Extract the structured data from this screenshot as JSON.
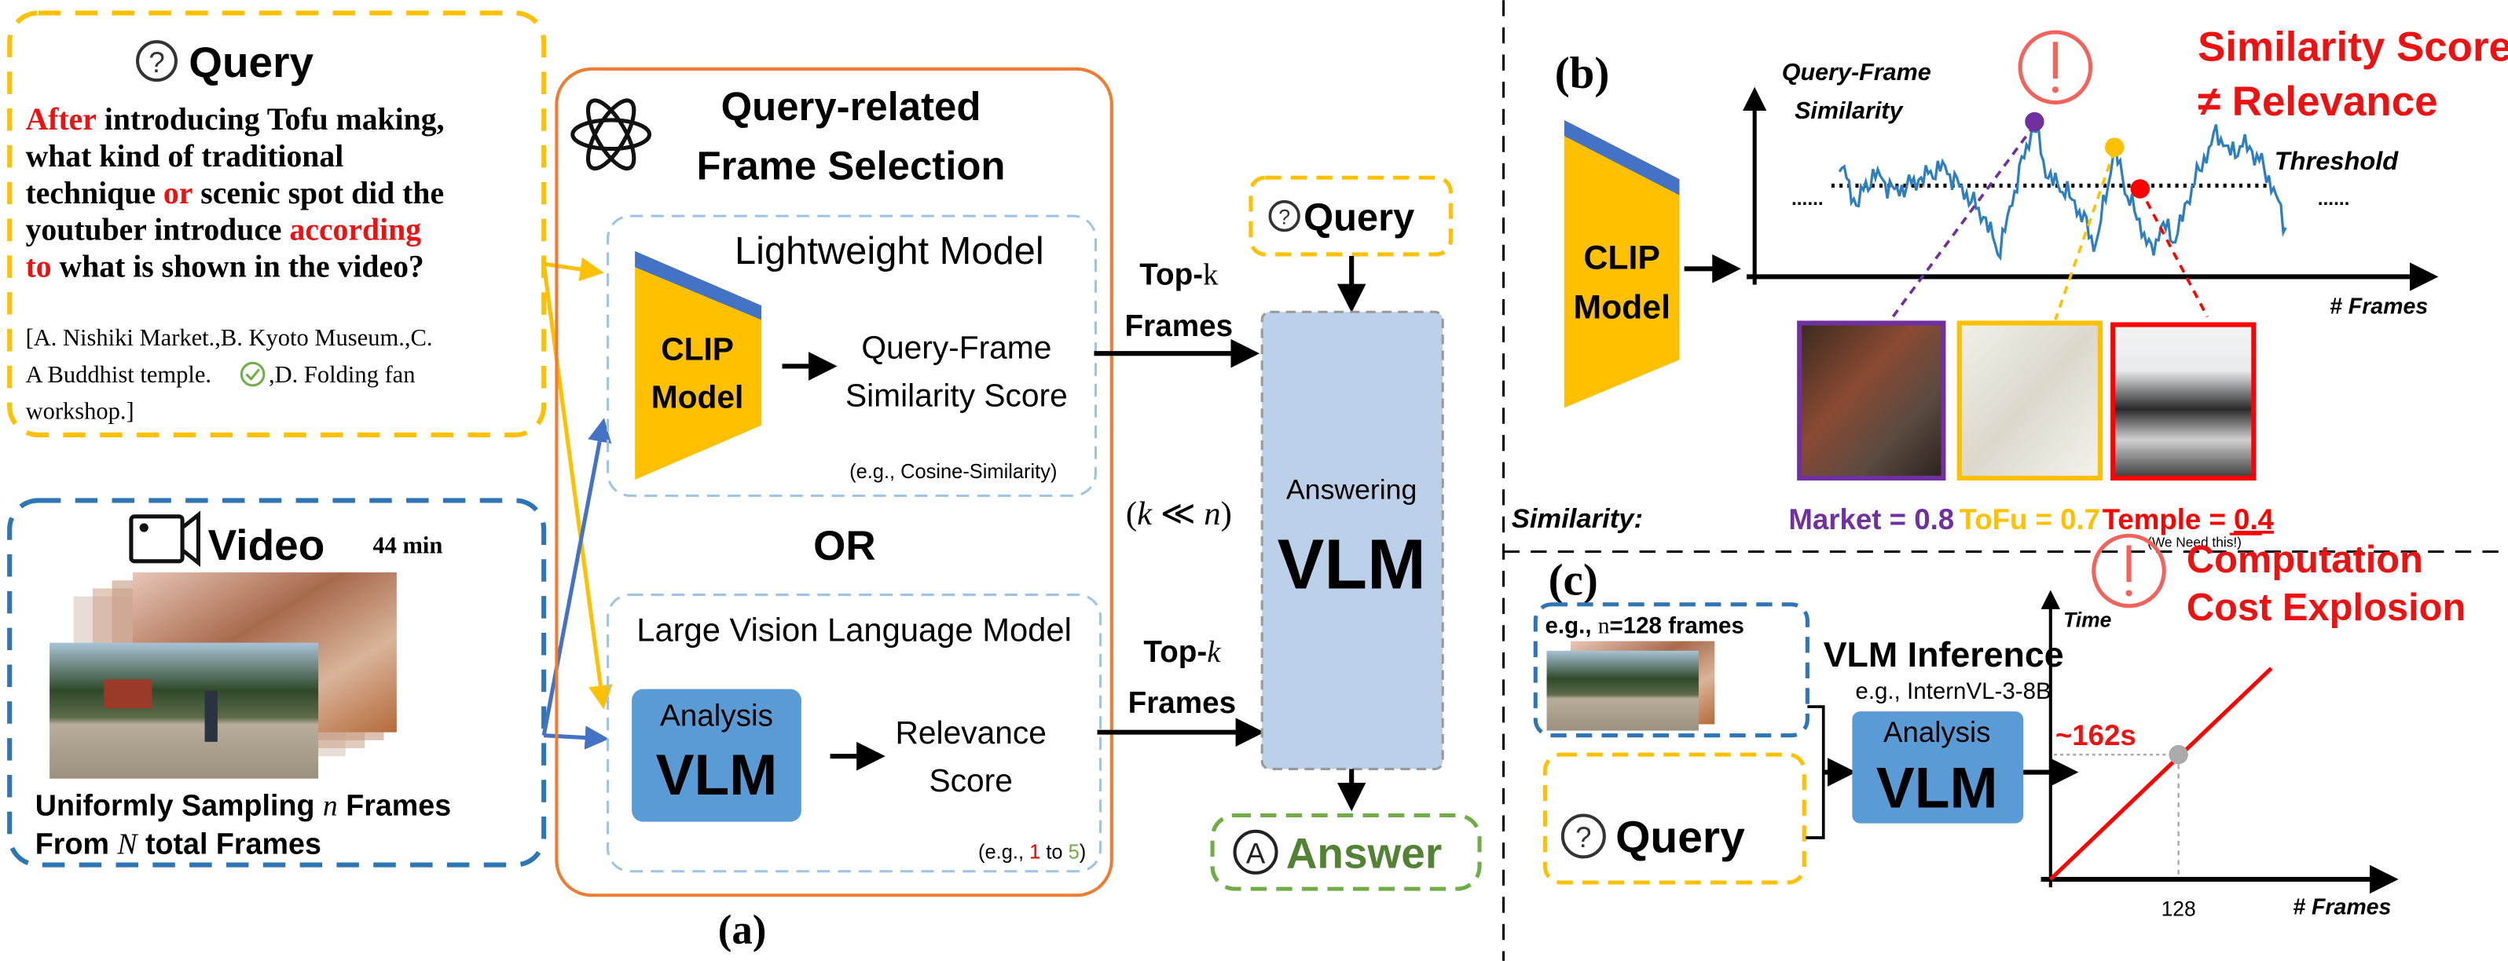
{
  "colors": {
    "query_yellow": "#FFC000",
    "video_blue": "#2E75B6",
    "selection_orange": "#ED7D31",
    "inner_dashed_blue": "#9DC3E6",
    "analysis_vlm_fill": "#5B9BD5",
    "answering_vlm_fill": "#BDD0E9",
    "answer_green": "#70AD47",
    "warning_red": "#FF0000",
    "market_purple": "#7030A0",
    "tofu_yellow": "#FFC000",
    "temple_red": "#FF0000",
    "curve_blue": "#2E7FC0"
  },
  "panel_a": {
    "label": "(a)",
    "query": {
      "title": "Query",
      "icon": "question-circle-icon",
      "question": [
        [
          {
            "text": "After",
            "highlight": true
          },
          {
            "text": " introducing Tofu making,",
            "highlight": false
          }
        ],
        [
          {
            "text": "what kind of traditional",
            "highlight": false
          }
        ],
        [
          {
            "text": "technique ",
            "highlight": false
          },
          {
            "text": "or",
            "highlight": true
          },
          {
            "text": " scenic spot did the",
            "highlight": false
          }
        ],
        [
          {
            "text": "youtuber introduce ",
            "highlight": false
          },
          {
            "text": "according",
            "highlight": true
          }
        ],
        [
          {
            "text": "to",
            "highlight": true
          },
          {
            "text": " what is shown in the video?",
            "highlight": false
          }
        ]
      ],
      "options_lines": [
        "[A. Nishiki Market.,B. Kyoto Museum.,C.",
        "A Buddhist temple.",
        ",D. Folding fan",
        "workshop.]"
      ],
      "correct_icon": "check-circle-icon"
    },
    "video": {
      "title": "Video",
      "icon": "video-camera-icon",
      "duration": "44 min",
      "caption": [
        [
          "Uniformly Sampling ",
          "n",
          " Frames"
        ],
        [
          "From ",
          "N",
          " total Frames"
        ]
      ]
    },
    "frame_selection": {
      "icon": "atom-icon",
      "title": [
        "Query-related",
        "Frame Selection"
      ],
      "lightweight": {
        "title": "Lightweight Model",
        "model": [
          "CLIP",
          "Model"
        ],
        "score": [
          "Query-Frame",
          "Similarity Score"
        ],
        "example": "(e.g., Cosine-Similarity)"
      },
      "or": "OR",
      "lvlm": {
        "title": "Large Vision Language Model",
        "model": [
          "Analysis",
          "VLM"
        ],
        "score": [
          "Relevance",
          "Score"
        ],
        "example": [
          "(e.g., ",
          "1",
          " to ",
          "5",
          ")"
        ]
      }
    },
    "topk": [
      {
        "prefix": "Top-",
        "k": "k",
        "frames": "Frames"
      },
      {
        "prefix": "Top-",
        "k": "k",
        "frames": "Frames"
      }
    ],
    "k_note": [
      "(",
      "k",
      " ≪ ",
      "n",
      ")"
    ],
    "query_small": "Query",
    "answering": [
      "Answering",
      "VLM"
    ],
    "answer": {
      "label": "Answer",
      "icon": "a-circle-icon"
    }
  },
  "panel_b": {
    "label": "(b)",
    "model": [
      "CLIP",
      "Model"
    ],
    "y_axis": [
      "Query-Frame",
      "Similarity"
    ],
    "x_axis": "# Frames",
    "threshold": "Threshold",
    "ellipsis": "......",
    "warning_icon": "exclamation-circle-icon",
    "warning": [
      "Similarity Score",
      "≠ Relevance"
    ],
    "similarity_label": "Similarity:",
    "frames": [
      {
        "name": "Market = ",
        "value": "0.8"
      },
      {
        "name": "ToFu = ",
        "value": "0.7"
      },
      {
        "name": "Temple = ",
        "value": "0.4",
        "note": "(We Need this!)"
      }
    ]
  },
  "panel_c": {
    "label": "(c)",
    "frames_label": [
      "e.g., ",
      "n",
      "=128 frames"
    ],
    "query": "Query",
    "inference_title": "VLM Inference",
    "inference_example": "e.g., InternVL-3-8B",
    "model": [
      "Analysis",
      "VLM"
    ],
    "warning_icon": "exclamation-circle-icon",
    "warning": [
      "Computation",
      "Cost Explosion"
    ],
    "y_axis": "Time",
    "x_axis": "# Frames",
    "time_label": "~162s",
    "frames_tick": "128"
  }
}
